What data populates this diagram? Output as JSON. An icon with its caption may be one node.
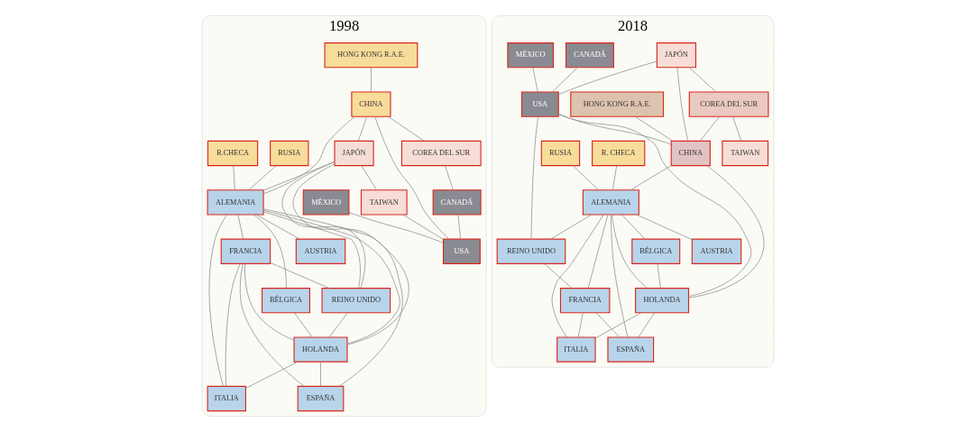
{
  "diagram": {
    "nodes": [
      {
        "text": [
          "1998"
        ]
      },
      {
        "text": [
          "HONG KONG R.A.E."
        ],
        "in": 0
      },
      {
        "text": [
          "COREA DEL SUR"
        ],
        "in": 0
      },
      {
        "text": [
          "CHINA"
        ],
        "in": 0
      },
      {
        "text": [
          "JAPÓN"
        ],
        "in": 0
      },
      {
        "text": [
          "TAIWAN"
        ],
        "in": 0
      },
      {
        "text": [
          "RUSIA"
        ],
        "in": 0
      },
      {
        "text": [
          "MÉXICO"
        ],
        "in": 0
      },
      {
        "text": [
          "USA"
        ],
        "in": 0
      },
      {
        "text": [
          "CANADÁ"
        ],
        "in": 0
      },
      {
        "text": [
          "ALEMANIA"
        ],
        "in": 0
      },
      {
        "text": [
          "AUSTRIA"
        ],
        "in": 0
      },
      {
        "text": [
          "BÉLGICA"
        ],
        "in": 0
      },
      {
        "text": [
          "R.CHECA"
        ],
        "in": 0
      },
      {
        "text": [
          "FRANCIA"
        ],
        "in": 0
      },
      {
        "text": [
          "REINO UNIDO"
        ],
        "in": 0
      },
      {
        "text": [
          "HOLANDA"
        ],
        "in": 0
      },
      {
        "text": [
          "ITALIA"
        ],
        "in": 0
      },
      {
        "text": [
          "ESPAÑA"
        ],
        "in": 0
      },
      {
        "text": [
          "2018"
        ]
      },
      {
        "text": [
          "HONG KONG R.A.E."
        ],
        "in": 19
      },
      {
        "text": [
          "JAPÓN"
        ],
        "in": 19
      },
      {
        "text": [
          "COREA DEL SUR"
        ],
        "in": 19
      },
      {
        "text": [
          "TAIWAN"
        ],
        "in": 19
      },
      {
        "text": [
          "USA"
        ],
        "in": 19
      },
      {
        "text": [
          "MÉXICO"
        ],
        "in": 19
      },
      {
        "text": [
          "CHINA"
        ],
        "in": 19
      },
      {
        "text": [
          "RUSIA"
        ],
        "in": 19
      },
      {
        "text": [
          "CANADÁ"
        ],
        "in": 19
      },
      {
        "text": [
          "ALEMANIA"
        ],
        "in": 19
      },
      {
        "text": [
          "AUSTRIA"
        ],
        "in": 19
      },
      {
        "text": [
          "R. CHECA"
        ],
        "in": 19
      },
      {
        "text": [
          "BÉLGICA"
        ],
        "in": 19
      },
      {
        "text": [
          "REINO UNIDO"
        ],
        "in": 19
      },
      {
        "text": [
          "FRANCIA"
        ],
        "in": 19
      },
      {
        "text": [
          "HOLANDA"
        ],
        "in": 19
      },
      {
        "text": [
          "ITALIA"
        ],
        "in": 19
      },
      {
        "text": [
          "ESPAÑA"
        ],
        "in": 19
      }
    ],
    "edges": [
      {
        "from": 1,
        "to": 3,
        "arrow": "none"
      },
      {
        "from": 3,
        "to": 4,
        "arrow": "none"
      },
      {
        "from": 3,
        "to": 2,
        "arrow": "none"
      },
      {
        "from": 4,
        "to": 5,
        "arrow": "none"
      },
      {
        "from": 2,
        "to": 9,
        "arrow": "none"
      },
      {
        "from": 7,
        "to": 8,
        "arrow": "none"
      },
      {
        "from": 9,
        "to": 8,
        "arrow": "none"
      },
      {
        "from": 3,
        "to": 8,
        "arrow": "none"
      },
      {
        "from": 5,
        "to": 8,
        "arrow": "none"
      },
      {
        "from": 4,
        "to": 10,
        "arrow": "none"
      },
      {
        "from": 4,
        "to": 15,
        "arrow": "none"
      },
      {
        "from": 4,
        "to": 16,
        "arrow": "none"
      },
      {
        "from": 3,
        "to": 10,
        "arrow": "none"
      },
      {
        "from": 10,
        "to": 11,
        "arrow": "none"
      },
      {
        "from": 10,
        "to": 12,
        "arrow": "none"
      },
      {
        "from": 10,
        "to": 14,
        "arrow": "none"
      },
      {
        "from": 10,
        "to": 15,
        "arrow": "none"
      },
      {
        "from": 10,
        "to": 16,
        "arrow": "none"
      },
      {
        "from": 10,
        "to": 17,
        "arrow": "none"
      },
      {
        "from": 10,
        "to": 18,
        "arrow": "none"
      },
      {
        "from": 13,
        "to": 10,
        "arrow": "none"
      },
      {
        "from": 6,
        "to": 10,
        "arrow": "none"
      },
      {
        "from": 14,
        "to": 16,
        "arrow": "none"
      },
      {
        "from": 14,
        "to": 17,
        "arrow": "none"
      },
      {
        "from": 14,
        "to": 15,
        "arrow": "none"
      },
      {
        "from": 14,
        "to": 18,
        "arrow": "none"
      },
      {
        "from": 15,
        "to": 16,
        "arrow": "none"
      },
      {
        "from": 16,
        "to": 17,
        "arrow": "none"
      },
      {
        "from": 16,
        "to": 18,
        "arrow": "none"
      },
      {
        "from": 12,
        "to": 16,
        "arrow": "none"
      },
      {
        "from": 20,
        "to": 26,
        "arrow": "none"
      },
      {
        "from": 21,
        "to": 26,
        "arrow": "none"
      },
      {
        "from": 21,
        "to": 22,
        "arrow": "none"
      },
      {
        "from": 21,
        "to": 24,
        "arrow": "none"
      },
      {
        "from": 22,
        "to": 26,
        "arrow": "none"
      },
      {
        "from": 22,
        "to": 23,
        "arrow": "none"
      },
      {
        "from": 25,
        "to": 24,
        "arrow": "none"
      },
      {
        "from": 28,
        "to": 24,
        "arrow": "none"
      },
      {
        "from": 24,
        "to": 26,
        "arrow": "none"
      },
      {
        "from": 26,
        "to": 29,
        "arrow": "none"
      },
      {
        "from": 27,
        "to": 29,
        "arrow": "none"
      },
      {
        "from": 31,
        "to": 29,
        "arrow": "none"
      },
      {
        "from": 29,
        "to": 30,
        "arrow": "none"
      },
      {
        "from": 29,
        "to": 32,
        "arrow": "none"
      },
      {
        "from": 29,
        "to": 34,
        "arrow": "none"
      },
      {
        "from": 29,
        "to": 33,
        "arrow": "none"
      },
      {
        "from": 29,
        "to": 35,
        "arrow": "none"
      },
      {
        "from": 29,
        "to": 36,
        "arrow": "none"
      },
      {
        "from": 29,
        "to": 37,
        "arrow": "none"
      },
      {
        "from": 24,
        "to": 33,
        "arrow": "none"
      },
      {
        "from": 24,
        "to": 35,
        "arrow": "none"
      },
      {
        "from": 26,
        "to": 35,
        "arrow": "none"
      },
      {
        "from": 33,
        "to": 34,
        "arrow": "none"
      },
      {
        "from": 34,
        "to": 36,
        "arrow": "none"
      },
      {
        "from": 34,
        "to": 37,
        "arrow": "none"
      },
      {
        "from": 35,
        "to": 36,
        "arrow": "none"
      },
      {
        "from": 35,
        "to": 37,
        "arrow": "none"
      },
      {
        "from": 32,
        "to": 35,
        "arrow": "none"
      }
    ]
  }
}
